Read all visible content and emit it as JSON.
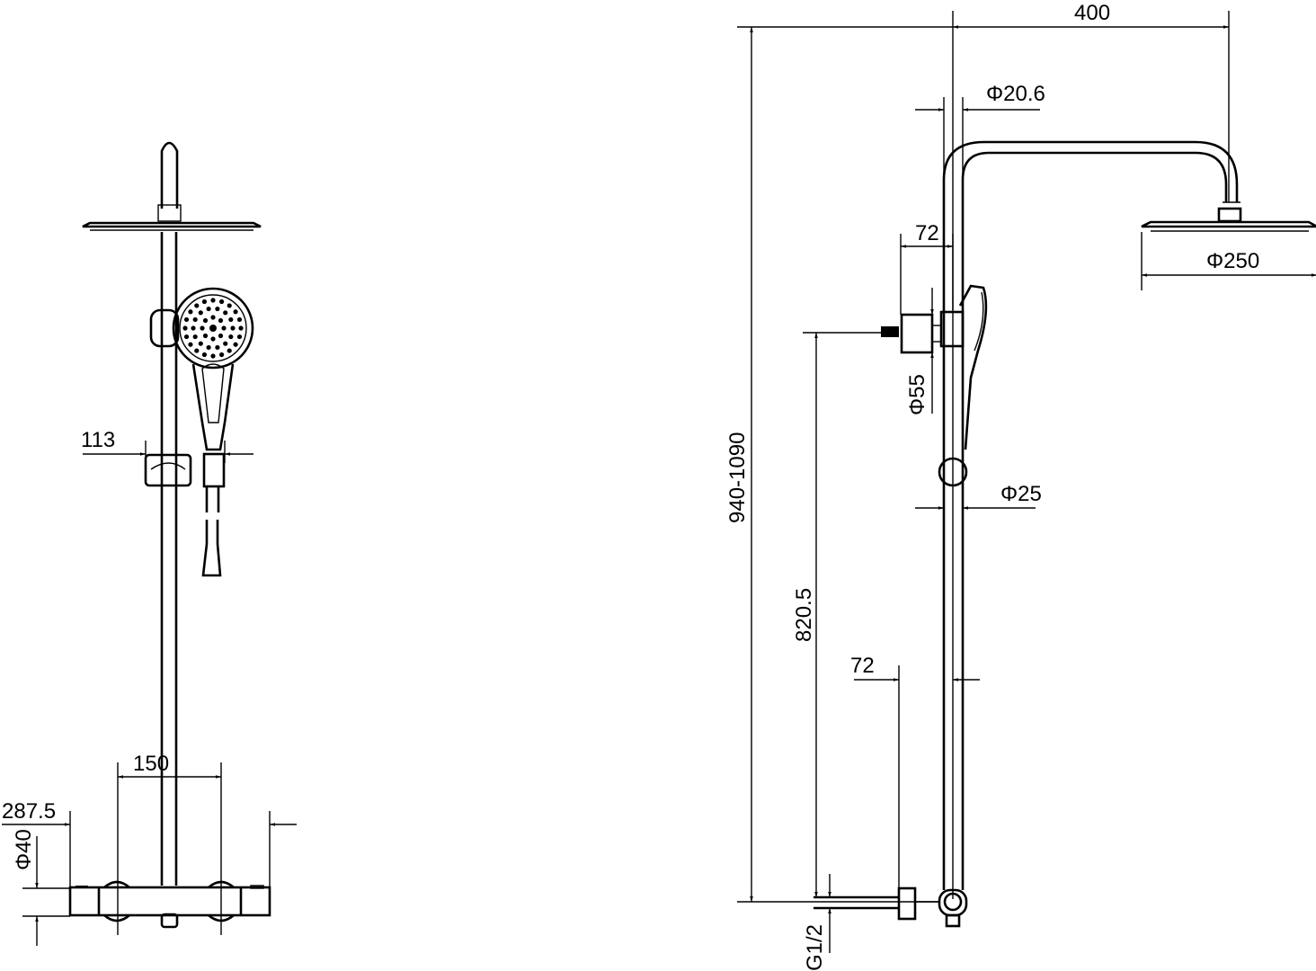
{
  "front_view": {
    "dim_113": "113",
    "dim_150": "150",
    "dim_287_5": "287.5",
    "dim_phi40": "Φ40"
  },
  "side_view": {
    "dim_400": "400",
    "dim_phi20_6": "Φ20.6",
    "dim_72_top": "72",
    "dim_phi250": "Φ250",
    "dim_phi55": "Φ55",
    "dim_phi25": "Φ25",
    "dim_940_1090": "940-1090",
    "dim_820_5": "820.5",
    "dim_72_bottom": "72",
    "dim_g1_2": "G1/2"
  },
  "colors": {
    "line": "#000000",
    "background": "#ffffff"
  }
}
